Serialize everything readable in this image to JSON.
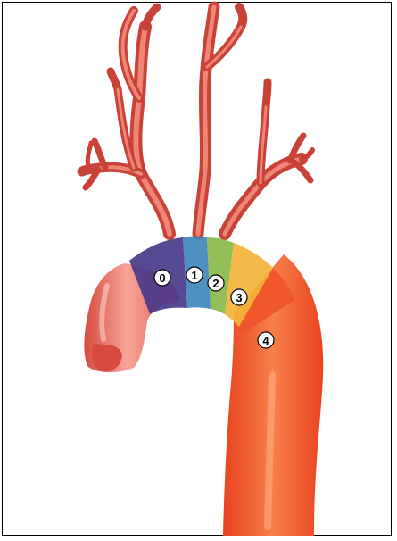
{
  "zones": [
    {
      "label": "0",
      "color": "#4a3a8a"
    },
    {
      "label": "1",
      "color": "#3f87b8"
    },
    {
      "label": "2",
      "color": "#8ab84a"
    },
    {
      "label": "3",
      "color": "#f2b43a"
    },
    {
      "label": "4",
      "color": "#f0552a"
    }
  ],
  "colors": {
    "vessel": "#e6463a",
    "vessel_light": "#f07a6c",
    "vessel_dark": "#c73a2f",
    "descending": "#f05a2a",
    "border": "#000000",
    "background": "#ffffff"
  }
}
